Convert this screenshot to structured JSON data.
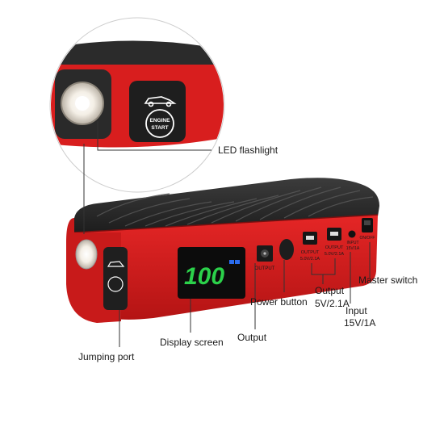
{
  "callout": {
    "engine_start_line1": "ENGINE",
    "engine_start_line2": "START"
  },
  "device": {
    "display_value": "100",
    "port_labels": {
      "output_dc": "OUTPUT",
      "usb1_line1": "OUTPUT",
      "usb1_line2": "5.0V/2.1A",
      "usb2_line1": "OUTPUT",
      "usb2_line2": "5.0V/2.1A",
      "input_line1": "INPUT",
      "input_line2": "15V/1A",
      "switch_label": "ON/OFF"
    }
  },
  "labels": {
    "led_flashlight": "LED flashlight",
    "jumping_port": "Jumping port",
    "display_screen": "Display screen",
    "output": "Output",
    "power_button": "Power button",
    "usb_output_line1": "Output",
    "usb_output_line2": "5V/2.1A",
    "input_line1": "Input",
    "input_line2": "15V/1A",
    "master_switch": "Master switch"
  },
  "colors": {
    "body_red": "#d81e1e",
    "body_red_dark": "#a41212",
    "rubber_top": "#2a2a2a",
    "screen_green": "#2bd14a",
    "screen_blue": "#2a6cf0",
    "leader_line": "#333333"
  }
}
